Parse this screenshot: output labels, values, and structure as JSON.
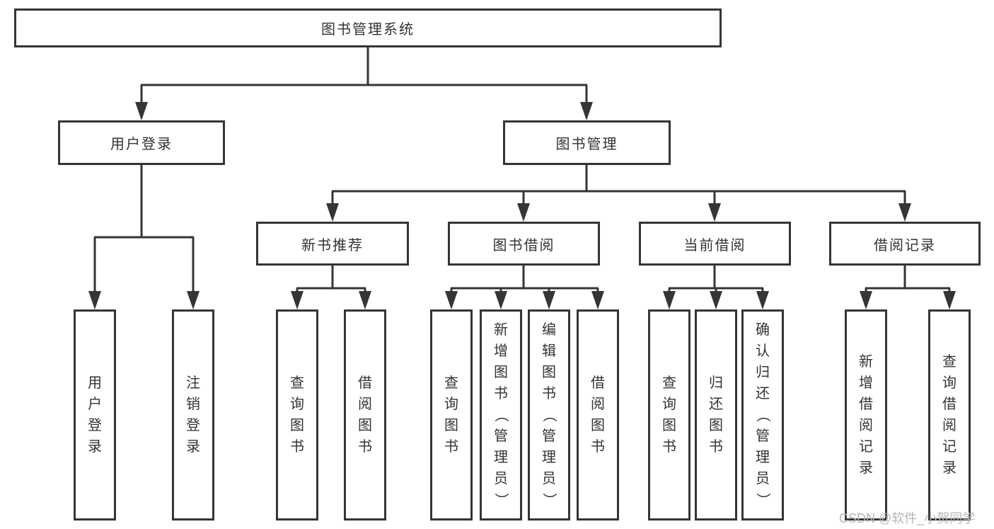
{
  "diagram": {
    "type": "hierarchy-tree",
    "root": {
      "label": "图书管理系统",
      "children": [
        {
          "label": "用户登录",
          "children": [
            {
              "label": "用户登录"
            },
            {
              "label": "注销登录"
            }
          ]
        },
        {
          "label": "图书管理",
          "children": [
            {
              "label": "新书推荐",
              "children": [
                {
                  "label": "查询图书"
                },
                {
                  "label": "借阅图书"
                }
              ]
            },
            {
              "label": "图书借阅",
              "children": [
                {
                  "label": "查询图书"
                },
                {
                  "label": "新增图书（管理员）"
                },
                {
                  "label": "编辑图书（管理员）"
                },
                {
                  "label": "借阅图书"
                }
              ]
            },
            {
              "label": "当前借阅",
              "children": [
                {
                  "label": "查询图书"
                },
                {
                  "label": "归还图书"
                },
                {
                  "label": "确认归还（管理员）"
                }
              ]
            },
            {
              "label": "借阅记录",
              "children": [
                {
                  "label": "新增借阅记录"
                },
                {
                  "label": "查询借阅记录"
                }
              ]
            }
          ]
        }
      ]
    },
    "colors": {
      "line": "#353535",
      "text": "#333333",
      "box_background": "#ffffff",
      "watermark": "#b6b6b6"
    }
  },
  "watermark": "CSDN @软件_小贺同学"
}
